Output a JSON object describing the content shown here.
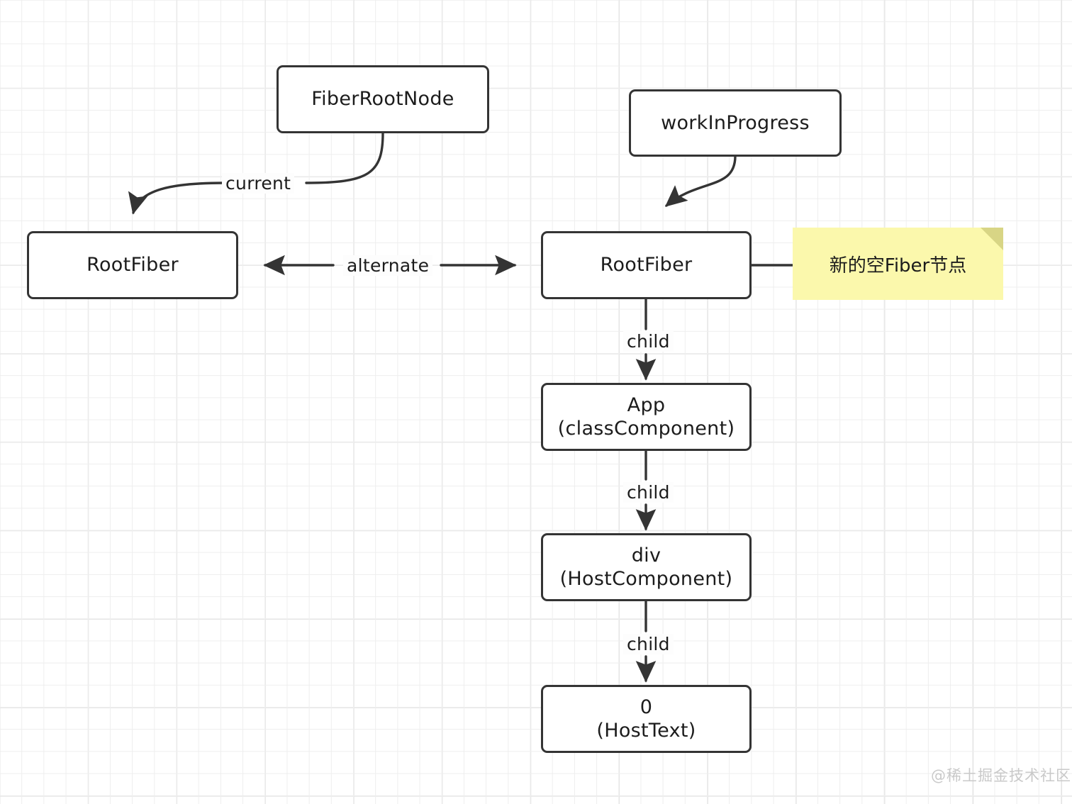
{
  "diagram": {
    "title": "React Fiber double buffering diagram",
    "background": {
      "type": "graph-paper-grid",
      "color": "#eeeeee"
    },
    "colors": {
      "node_stroke": "#343434",
      "node_fill": "#ffffff",
      "text": "#1c1c1c",
      "sticky_fill": "#fbf8ac",
      "sticky_fold": "#d8d585",
      "watermark": "#c9c9c9"
    },
    "nodes": [
      {
        "id": "fiberRootNode",
        "line1": "FiberRootNode",
        "line2": ""
      },
      {
        "id": "workInProgress",
        "line1": "workInProgress",
        "line2": ""
      },
      {
        "id": "rootFiberCurrent",
        "line1": "RootFiber",
        "line2": ""
      },
      {
        "id": "rootFiberWip",
        "line1": "RootFiber",
        "line2": ""
      },
      {
        "id": "app",
        "line1": "App",
        "line2": "(classComponent)"
      },
      {
        "id": "div",
        "line1": "div",
        "line2": "(HostComponent)"
      },
      {
        "id": "hostText",
        "line1": "0",
        "line2": "(HostText)"
      }
    ],
    "edges": [
      {
        "id": "current",
        "label": "current",
        "from": "fiberRootNode",
        "to": "rootFiberCurrent",
        "style": "curved-arrow"
      },
      {
        "id": "wip",
        "label": "",
        "from": "workInProgress",
        "to": "rootFiberWip",
        "style": "curved-arrow"
      },
      {
        "id": "alternate",
        "label": "alternate",
        "from": "rootFiberCurrent",
        "to": "rootFiberWip",
        "style": "double-arrow"
      },
      {
        "id": "child1",
        "label": "child",
        "from": "rootFiberWip",
        "to": "app",
        "style": "arrow-down"
      },
      {
        "id": "child2",
        "label": "child",
        "from": "app",
        "to": "div",
        "style": "arrow-down"
      },
      {
        "id": "child3",
        "label": "child",
        "from": "div",
        "to": "hostText",
        "style": "arrow-down"
      },
      {
        "id": "noteLink",
        "label": "",
        "from": "rootFiberWip",
        "to": "sticky",
        "style": "plain-line"
      }
    ],
    "sticky_note": {
      "text": "新的空Fiber节点"
    },
    "watermark": {
      "text": "@稀土掘金技术社区"
    }
  }
}
